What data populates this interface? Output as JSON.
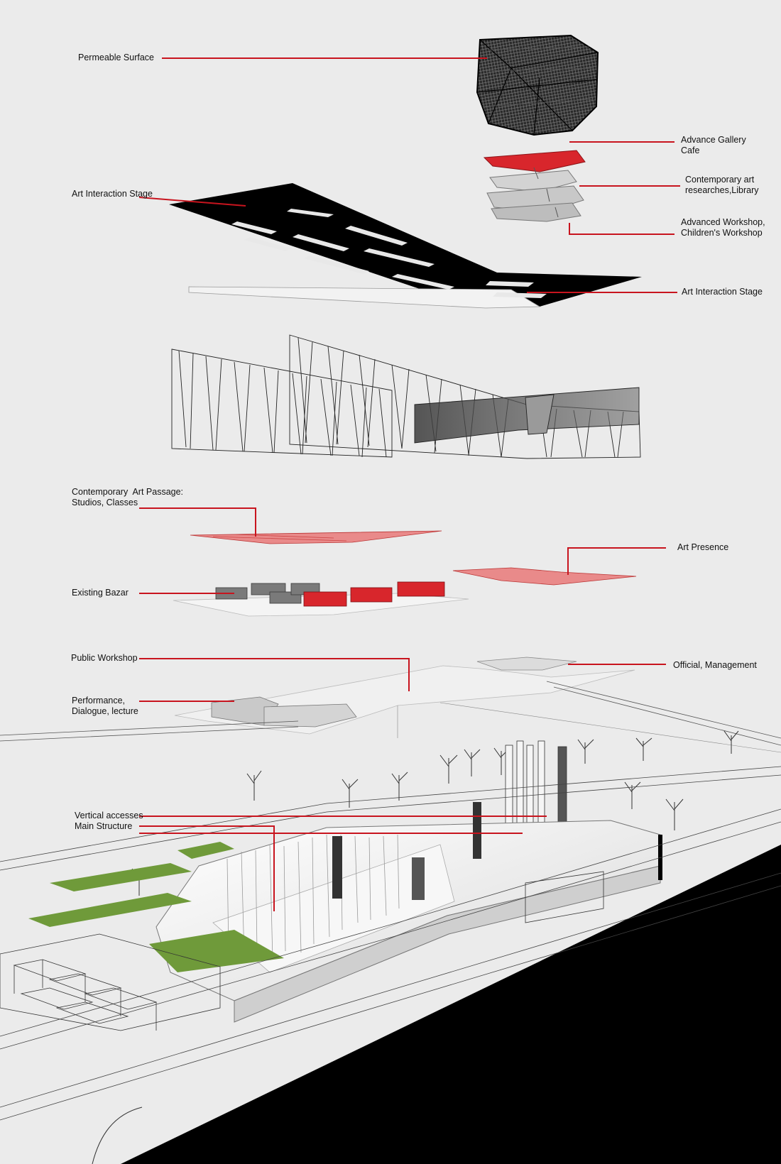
{
  "diagram": {
    "colors": {
      "background": "#ebebeb",
      "leader": "#c8141e",
      "accent_red": "#d8262c",
      "light_red": "#e98a8a",
      "black": "#000000",
      "grass": "#6f9a3a"
    },
    "labels": {
      "permeable_surface": "Permeable Surface",
      "art_interaction_stage_upper": "Art Interaction Stage",
      "advance_gallery_line1": "Advance Gallery",
      "advance_gallery_line2": "Cafe",
      "contemporary_art_line1": "Contemporary art",
      "contemporary_art_line2": "researches,Library",
      "advanced_workshop_line1": "Advanced Workshop,",
      "advanced_workshop_line2": "Children's Workshop",
      "art_interaction_stage_lower": "Art Interaction Stage",
      "art_passage_line1": "Contemporary  Art Passage:",
      "art_passage_line2": "Studios, Classes",
      "art_presence": "Art Presence",
      "existing_bazar": "Existing Bazar",
      "public_workshop": "Public Workshop",
      "official_management": "Official, Management",
      "performance_line1": "Performance,",
      "performance_line2": "Dialogue, lecture",
      "vertical_accesses": "Vertical accesses",
      "main_structure": "Main Structure"
    }
  }
}
